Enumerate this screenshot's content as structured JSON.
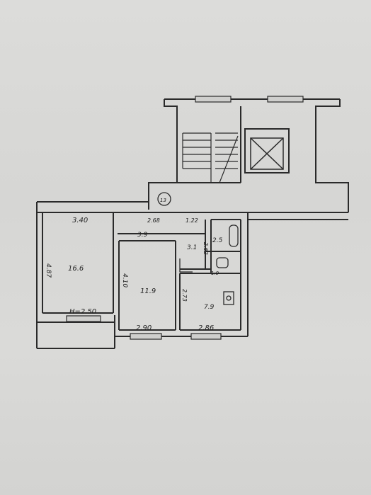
{
  "rooms": [
    {
      "id": "1",
      "area": "16.6"
    },
    {
      "id": "2",
      "area": "11.9"
    },
    {
      "id": "3",
      "area": "7.9"
    },
    {
      "id": "4",
      "area": "3.9"
    },
    {
      "id": "5",
      "area": "3.1"
    },
    {
      "id": "6",
      "area": "2.5"
    },
    {
      "id": "7",
      "area": "1.0"
    }
  ],
  "dims": {
    "top_left": "3.40",
    "top_mid": "2.68",
    "top_right": "1.22",
    "room1_height": "4.87",
    "room2_height": "4.10",
    "room3_height": "2.73",
    "bath_height": "2.62",
    "bottom_mid": "2.90",
    "bottom_right": "2.86",
    "ceiling_height": "H=2.50"
  },
  "markers": {
    "riser": "13"
  }
}
